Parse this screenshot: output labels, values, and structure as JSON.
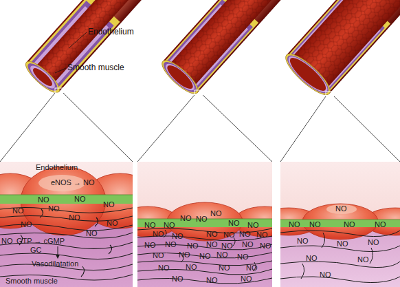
{
  "diagram": {
    "labels": [
      "Endothelium",
      "Smooth muscle",
      "Endothelium",
      "eNOS → NO",
      "NO",
      "NO",
      "NO",
      "NO",
      "NO",
      "NO",
      "NO",
      "NO",
      "NO",
      "NO",
      "GTP → cGMP",
      "GC",
      "Vasodilatation",
      "Smooth muscle",
      "NO",
      "NO",
      "NO",
      "NO",
      "NO",
      "NO",
      "NO",
      "NO",
      "NO",
      "NO",
      "NO",
      "NO",
      "NO",
      "NO",
      "NO",
      "NO",
      "NO",
      "NO",
      "NO",
      "NO",
      "NO",
      "NO",
      "NO",
      "NO",
      "NO",
      "NO",
      "NO",
      "NO",
      "NO",
      "NO",
      "NO",
      "NO",
      "NO",
      "NO",
      "NO",
      "NO",
      "NO",
      "NO",
      "NO",
      "NO",
      "NO",
      "NO",
      "NO"
    ]
  }
}
